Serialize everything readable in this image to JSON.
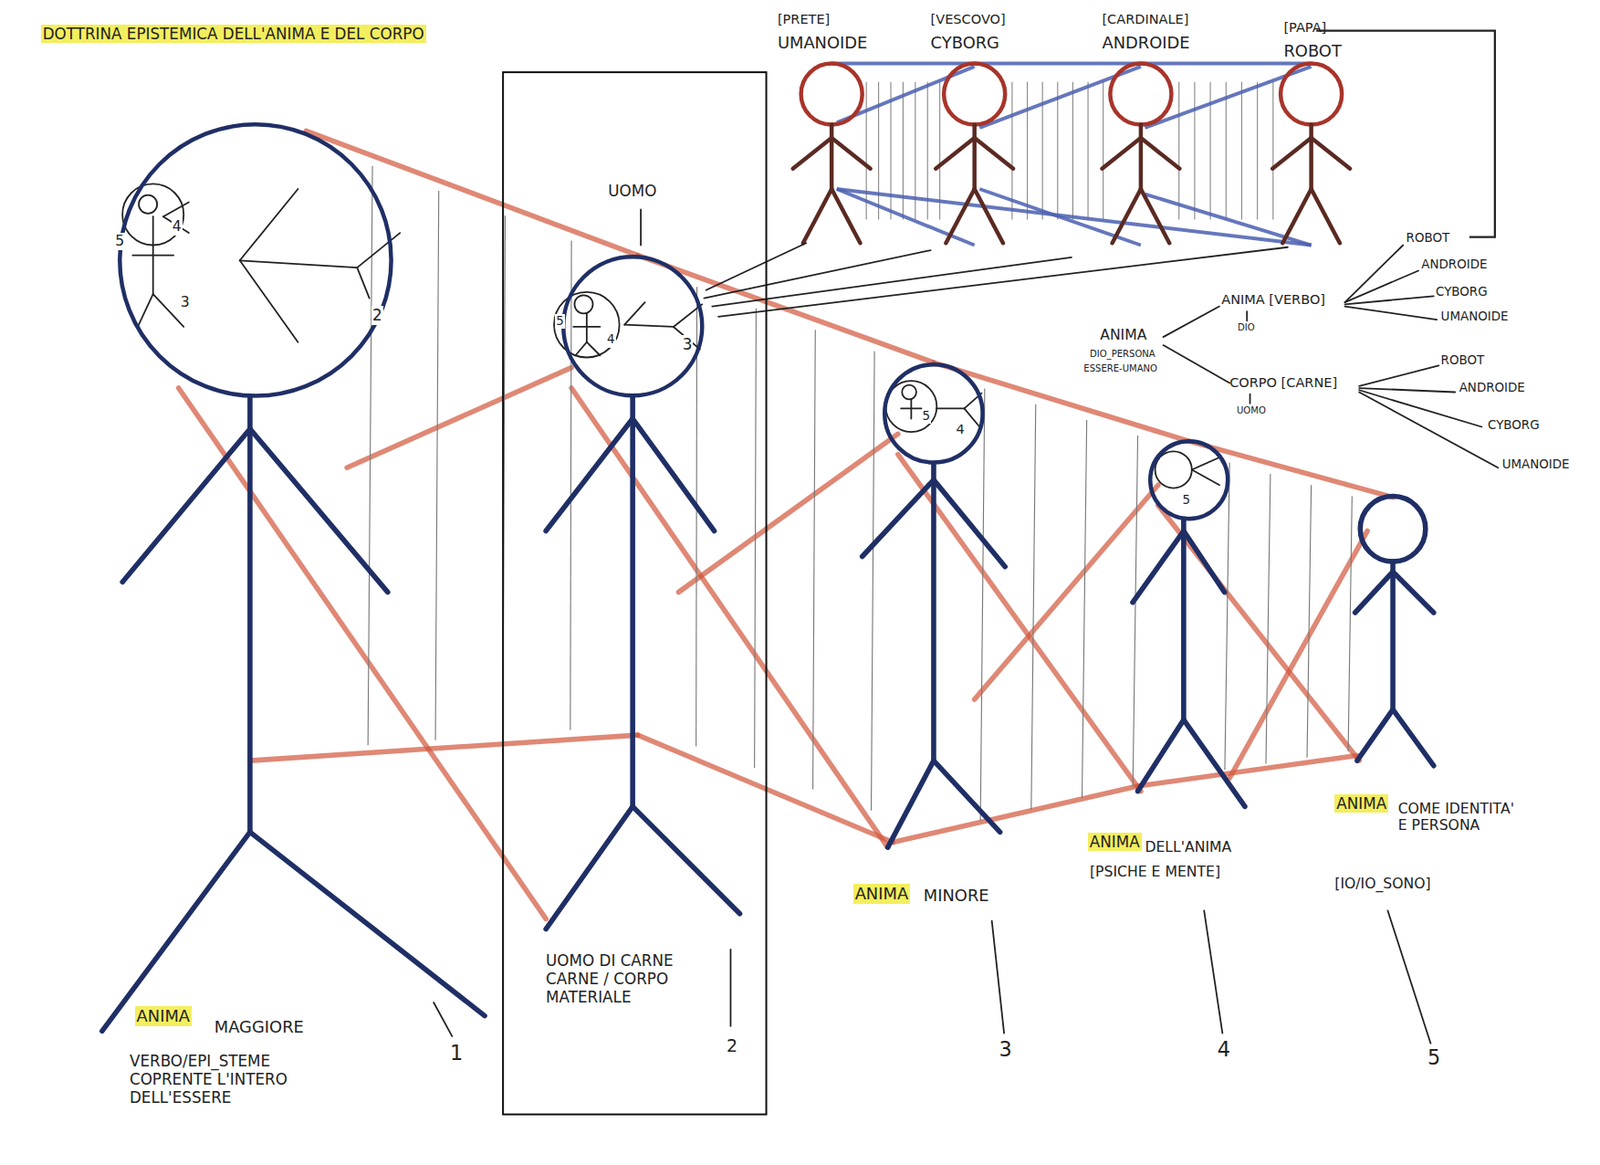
{
  "diagram": {
    "title": "DOTTRINA EPISTEMICA DELL'ANIMA E DEL CORPO",
    "nodes": [
      {
        "text": [
          "5",
          "4",
          "3",
          "2"
        ]
      },
      {
        "text": [
          "UOMO",
          "UOMO DI CARNE CARNE / CORPO MATERIALE",
          "2"
        ]
      },
      {
        "text": [
          "5",
          "4",
          "3"
        ],
        "in": 1
      },
      {
        "text": [
          "5",
          "4"
        ]
      },
      {
        "text": [
          "5"
        ]
      }
    ],
    "labels": [
      "[PRETE]",
      "UMANOIDE",
      "[VESCOVO]",
      "CYBORG",
      "[CARDINALE]",
      "ANDROIDE",
      "[PAPA]",
      "ROBOT",
      "ROBOT",
      "ANDROIDE",
      "CYBORG",
      "UMANOIDE",
      "ANIMA [VERBO]",
      "DIO",
      "ANIMA",
      "DIO_PERSONA",
      "ESSERE-UMANO",
      "CORPO [CARNE]",
      "UOMO",
      "ROBOT",
      "ANDROIDE",
      "CYBORG",
      "UMANOIDE",
      "ANIMA",
      "MAGGIORE",
      "VERBO/EPI_STEME COPRENTE L'INTERO DELL'ESSERE",
      "1",
      "ANIMA",
      "MINORE",
      "3",
      "ANIMA",
      "DELL'ANIMA",
      "[PSICHE E MENTE]",
      "4",
      "ANIMA",
      "COME IDENTITA' E PERSONA",
      "[IO/IO_SONO]",
      "5"
    ]
  }
}
